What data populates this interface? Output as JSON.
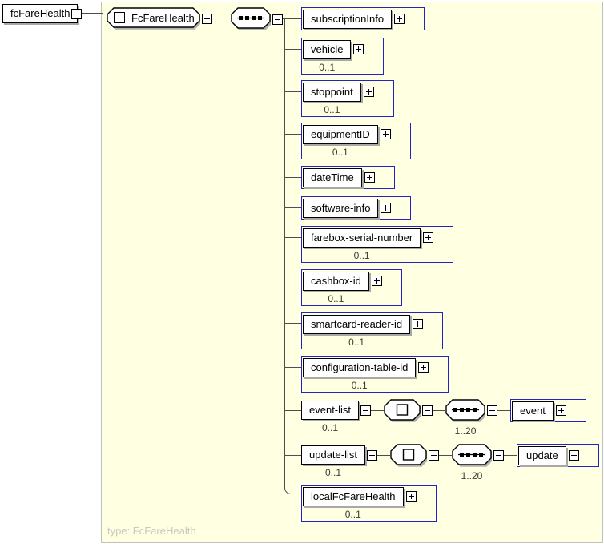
{
  "root_element": {
    "label": "fcFareHealth"
  },
  "model": {
    "name": "FcFareHealth",
    "compositor": "sequence",
    "type_note": "type: FcFareHealth"
  },
  "children": [
    {
      "name": "subscriptionInfo",
      "occurs": ""
    },
    {
      "name": "vehicle",
      "occurs": "0..1"
    },
    {
      "name": "stoppoint",
      "occurs": "0..1"
    },
    {
      "name": "equipmentID",
      "occurs": "0..1"
    },
    {
      "name": "dateTime",
      "occurs": ""
    },
    {
      "name": "software-info",
      "occurs": ""
    },
    {
      "name": "farebox-serial-number",
      "occurs": "0..1"
    },
    {
      "name": "cashbox-id",
      "occurs": "0..1"
    },
    {
      "name": "smartcard-reader-id",
      "occurs": "0..1"
    },
    {
      "name": "configuration-table-id",
      "occurs": "0..1"
    },
    {
      "name": "event-list",
      "occurs": "0..1",
      "nested": {
        "compositor": "sequence",
        "occurs": "1..20",
        "child": {
          "name": "event"
        }
      }
    },
    {
      "name": "update-list",
      "occurs": "0..1",
      "nested": {
        "compositor": "sequence",
        "occurs": "1..20",
        "child": {
          "name": "update"
        }
      }
    },
    {
      "name": "localFcFareHealth",
      "occurs": "0..1"
    }
  ],
  "icons": {
    "collapse": "minus-box",
    "expand": "plus-box",
    "sequence": "sequence-dots",
    "complex_type": "square-content-model"
  },
  "colors": {
    "panel_bg": "#ffffe1",
    "panel_border": "#c0c0c0",
    "container_blue": "#2222cc",
    "connector": "#4d4d4d",
    "box_shadow": "#a8a8a8",
    "occurs_text": "#3a3a3a",
    "type_note_text": "#c8c8c0"
  }
}
